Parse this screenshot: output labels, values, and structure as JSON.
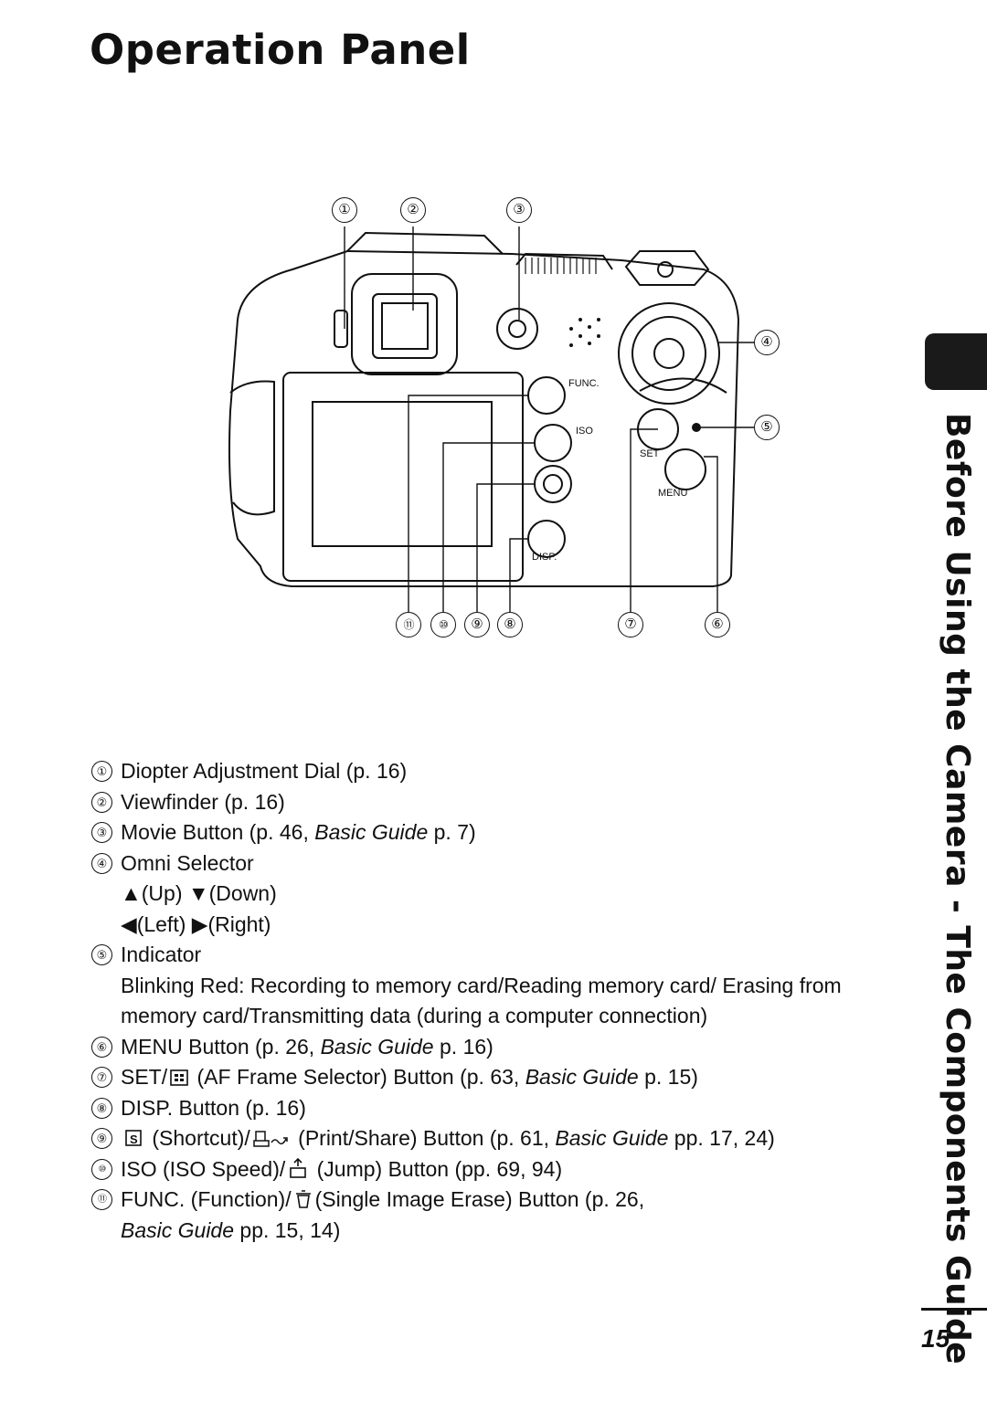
{
  "title": "Operation Panel",
  "figure": {
    "callouts": [
      "①",
      "②",
      "③",
      "④",
      "⑤",
      "⑥",
      "⑦",
      "⑧",
      "⑨",
      "⑩",
      "⑪"
    ],
    "labels": {
      "func": "FUNC.",
      "iso": "ISO",
      "disp": "DISP.",
      "set": "SET",
      "menu": "MENU"
    }
  },
  "items": [
    {
      "num": "①",
      "text": "Diopter Adjustment Dial (p. 16)"
    },
    {
      "num": "②",
      "text": "Viewfinder (p. 16)"
    },
    {
      "num": "③",
      "pre": "Movie Button (p. 46, ",
      "italic": "Basic Guide",
      "post": " p. 7)"
    },
    {
      "num": "④",
      "text": "Omni Selector"
    },
    {
      "num": "⑤",
      "text": "Indicator"
    },
    {
      "num": "⑥",
      "pre": "MENU Button (p. 26, ",
      "italic": "Basic Guide",
      "post": " p. 16)"
    },
    {
      "num": "⑦",
      "pre": "SET/",
      "mid": " (AF Frame Selector) Button (p. 63, ",
      "italic": "Basic Guide",
      "post": " p. 15)"
    },
    {
      "num": "⑧",
      "text": "DISP. Button (p. 16)"
    },
    {
      "num": "⑨",
      "a": " (Shortcut)/",
      "b": " (Print/Share) Button (p. 61, ",
      "italic": "Basic Guide",
      "post": " pp. 17, 24)"
    },
    {
      "num": "⑩",
      "a": "ISO (ISO Speed)/",
      "b": " (Jump) Button (pp. 69, 94)"
    },
    {
      "num": "⑪",
      "a": "FUNC. (Function)/",
      "b": "(Single Image Erase) Button (p. 26,",
      "italic": "Basic Guide",
      "post": " pp. 15, 14)"
    }
  ],
  "omni": {
    "line1": "▲(Up) ▼(Down)",
    "line2": "◀(Left) ▶(Right)"
  },
  "indicator_desc": "Blinking Red: Recording to memory card/Reading memory card/ Erasing from memory card/Transmitting data (during a computer connection)",
  "sidebar": "Before Using the Camera - The Components Guide",
  "page_number": "15"
}
